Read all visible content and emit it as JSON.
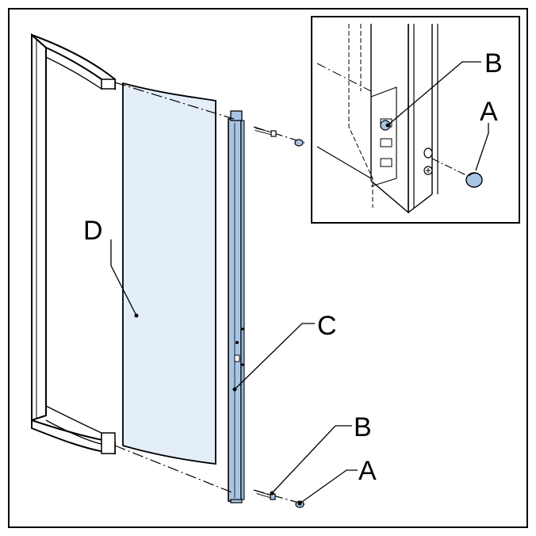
{
  "labels": {
    "inset_b": "B",
    "inset_a": "A",
    "glass_d": "D",
    "profile_c": "C",
    "bottom_b": "B",
    "bottom_a": "A"
  },
  "colors": {
    "glass": "#e3eef8",
    "profile": "#a9c5e6",
    "cap": "#8fb3df",
    "line": "#000000",
    "frame_fill": "#ffffff"
  }
}
